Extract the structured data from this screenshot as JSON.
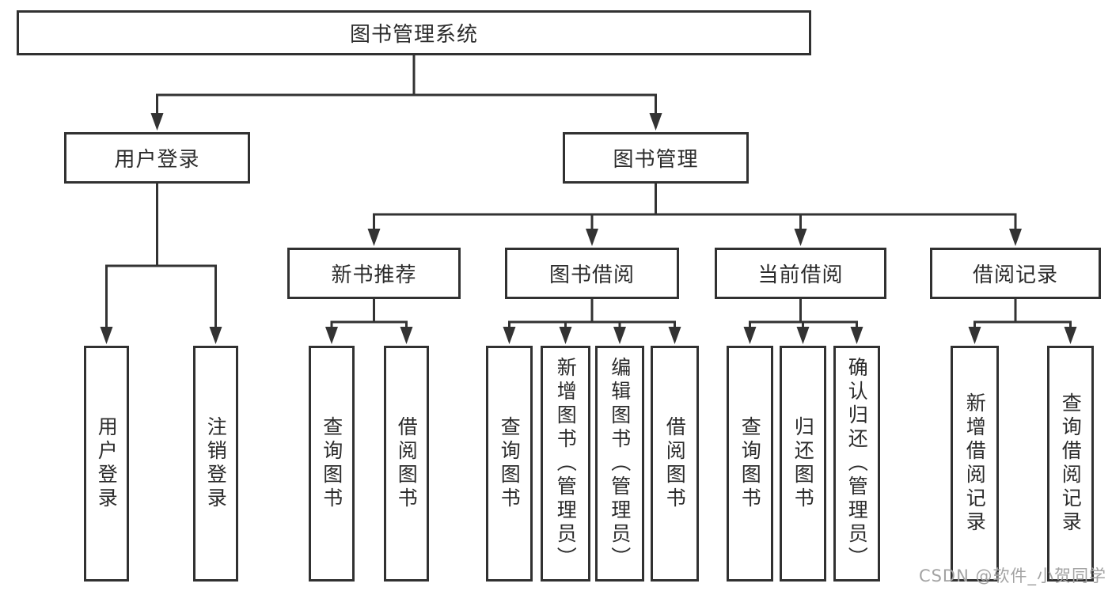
{
  "tree": {
    "label": "图书管理系统",
    "children": [
      {
        "label": "用户登录",
        "children": [
          {
            "label": "用户登录"
          },
          {
            "label": "注销登录"
          }
        ]
      },
      {
        "label": "图书管理",
        "children": [
          {
            "label": "新书推荐",
            "children": [
              {
                "label": "查询图书"
              },
              {
                "label": "借阅图书"
              }
            ]
          },
          {
            "label": "图书借阅",
            "children": [
              {
                "label": "查询图书"
              },
              {
                "label": "新增图书（管理员）"
              },
              {
                "label": "编辑图书（管理员）"
              },
              {
                "label": "借阅图书"
              }
            ]
          },
          {
            "label": "当前借阅",
            "children": [
              {
                "label": "查询图书"
              },
              {
                "label": "归还图书"
              },
              {
                "label": "确认归还（管理员）"
              }
            ]
          },
          {
            "label": "借阅记录",
            "children": [
              {
                "label": "新增借阅记录"
              },
              {
                "label": "查询借阅记录"
              }
            ]
          }
        ]
      }
    ]
  },
  "watermark": {
    "text": "CSDN @软件_小贺同学"
  },
  "colors": {
    "line": "#333333",
    "box_border": "#313131",
    "box_background": "#ffffff",
    "text": "#2b2b2b",
    "watermark": "#a3a3a3",
    "page_background": "#ffffff"
  }
}
